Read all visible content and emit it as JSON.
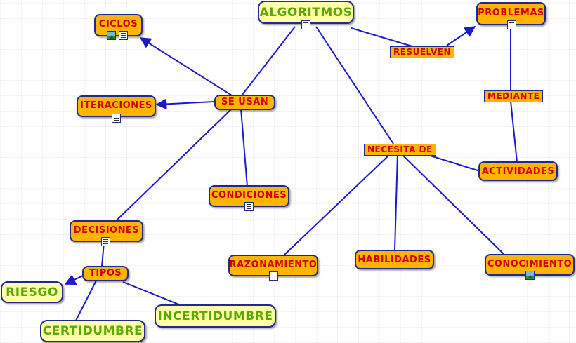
{
  "colors": {
    "concept_fill": "#ffb400",
    "concept_text": "#d40000",
    "highlight_fill": "#ffffa8",
    "highlight_text": "#5aa800",
    "border": "#1f2a8c",
    "link": "#1a1acc"
  },
  "nodes": {
    "algoritmos": "ALGORITMOS",
    "problemas": "PROBLEMAS",
    "ciclos": "CICLOS",
    "iteraciones": "ITERACIONES",
    "condiciones": "CONDICIONES",
    "decisiones": "DECISIONES",
    "riesgo": "RIESGO",
    "certidumbre": "CERTIDUMBRE",
    "incertidumbre": "INCERTIDUMBRE",
    "razonamiento": "RAZONAMIENTO",
    "habilidades": "HABILIDADES",
    "conocimiento": "CONOCIMIENTO",
    "actividades": "ACTIVIDADES"
  },
  "links": {
    "se_usan": "SE USAN",
    "resuelven": "RESUELVEN",
    "mediante": "MEDIANTE",
    "necesita_de": "NECESITA DE",
    "tipos": "TIPOS"
  },
  "icons": {
    "algoritmos": [
      "document-icon"
    ],
    "problemas": [
      "document-icon"
    ],
    "ciclos": [
      "image-icon",
      "document-icon"
    ],
    "iteraciones": [
      "document-icon"
    ],
    "condiciones": [
      "document-icon"
    ],
    "decisiones": [
      "document-icon"
    ],
    "razonamiento": [
      "document-icon"
    ],
    "conocimiento": [
      "image-icon"
    ]
  }
}
